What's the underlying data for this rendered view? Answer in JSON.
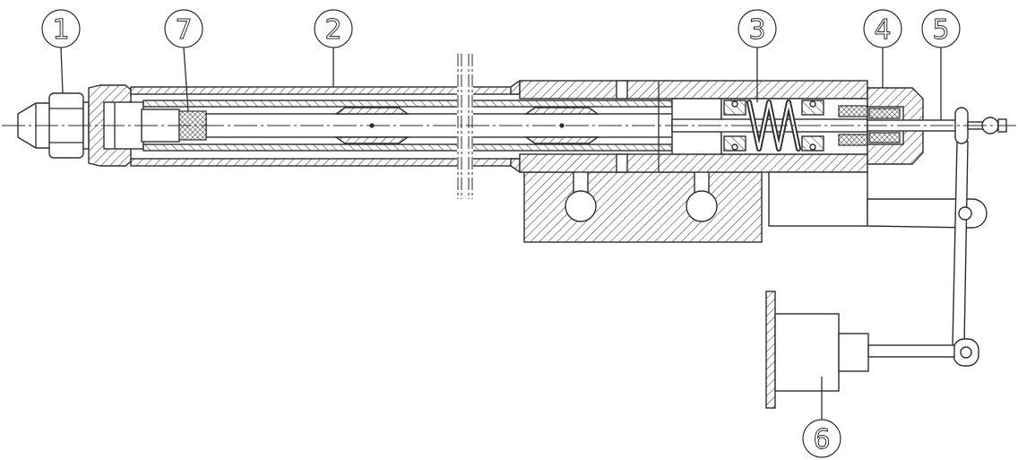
{
  "callouts": [
    "1",
    "7",
    "2",
    "3",
    "4",
    "5",
    "6"
  ],
  "colors": {
    "line": "#2e2e2e",
    "background": "#ffffff"
  }
}
